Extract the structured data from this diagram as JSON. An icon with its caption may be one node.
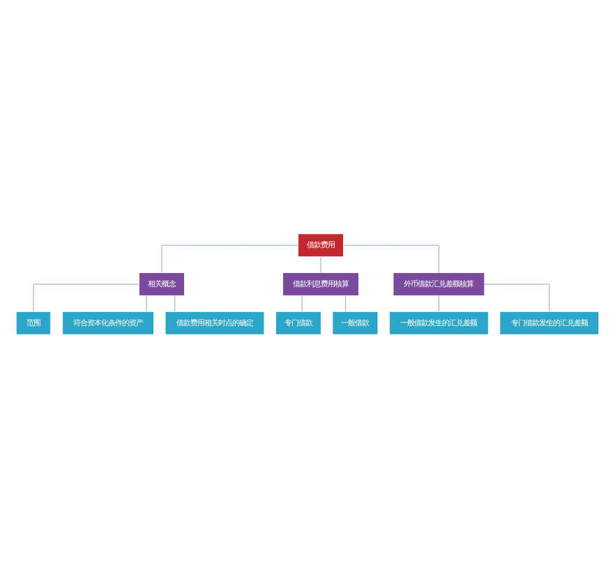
{
  "diagram": {
    "nodes": [
      {
        "text": [
          "借款费用"
        ]
      },
      {
        "text": [
          "相关概念"
        ]
      },
      {
        "text": [
          "借款利息费用核算"
        ]
      },
      {
        "text": [
          "外币借款汇兑差额核算"
        ]
      },
      {
        "text": [
          "范围"
        ]
      },
      {
        "text": [
          "符合资本化条件的资产"
        ]
      },
      {
        "text": [
          "借款费用相关时点的确定"
        ]
      },
      {
        "text": [
          "专门借款"
        ]
      },
      {
        "text": [
          "一般借款"
        ]
      },
      {
        "text": [
          "一般借款发生的汇兑差额"
        ]
      },
      {
        "text": [
          "专门借款发生的汇兑差额"
        ]
      }
    ],
    "edges": [
      {
        "from": 0,
        "to": 1,
        "arrow": "none"
      },
      {
        "from": 0,
        "to": 2,
        "arrow": "none"
      },
      {
        "from": 0,
        "to": 3,
        "arrow": "none"
      },
      {
        "from": 1,
        "to": 4,
        "arrow": "none"
      },
      {
        "from": 1,
        "to": 5,
        "arrow": "none"
      },
      {
        "from": 1,
        "to": 6,
        "arrow": "none"
      },
      {
        "from": 2,
        "to": 7,
        "arrow": "none"
      },
      {
        "from": 2,
        "to": 8,
        "arrow": "none"
      },
      {
        "from": 3,
        "to": 9,
        "arrow": "none"
      },
      {
        "from": 3,
        "to": 10,
        "arrow": "none"
      }
    ]
  }
}
